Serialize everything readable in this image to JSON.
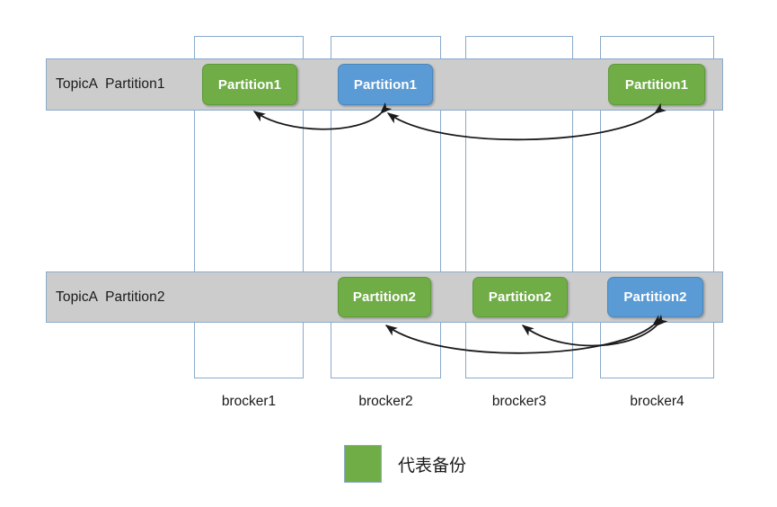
{
  "diagram": {
    "title_hidden": "",
    "colors": {
      "replica_green": "#70AD47",
      "leader_blue": "#5B9BD5",
      "band_gray": "#CCCCCC",
      "outline_blue": "#8AAACB"
    },
    "rows": [
      {
        "label": "TopicA  Partition1",
        "cells": [
          {
            "broker": "brocker1",
            "label": "Partition1",
            "color": "green"
          },
          {
            "broker": "brocker2",
            "label": "Partition1",
            "color": "blue"
          },
          {
            "broker": "brocker3",
            "label": "",
            "color": "none"
          },
          {
            "broker": "brocker4",
            "label": "Partition1",
            "color": "green"
          }
        ]
      },
      {
        "label": "TopicA  Partition2",
        "cells": [
          {
            "broker": "brocker1",
            "label": "",
            "color": "none"
          },
          {
            "broker": "brocker2",
            "label": "Partition2",
            "color": "green"
          },
          {
            "broker": "brocker3",
            "label": "Partition2",
            "color": "green"
          },
          {
            "broker": "brocker4",
            "label": "Partition2",
            "color": "blue"
          }
        ]
      }
    ],
    "brokers": [
      "brocker1",
      "brocker2",
      "brocker3",
      "brocker4"
    ],
    "legend": {
      "swatch_color": "#70AD47",
      "text": "代表备份"
    },
    "arrows": [
      {
        "from": "row1-brocker2-partition1",
        "to": "row1-brocker1-partition1",
        "style": "double-headed-curve"
      },
      {
        "from": "row1-brocker4-partition1",
        "to": "row1-brocker2-partition1",
        "style": "double-headed-curve"
      },
      {
        "from": "row2-brocker4-partition2",
        "to": "row2-brocker2-partition2",
        "style": "double-headed-curve"
      },
      {
        "from": "row2-brocker4-partition2",
        "to": "row2-brocker3-partition2",
        "style": "double-headed-curve"
      }
    ]
  }
}
